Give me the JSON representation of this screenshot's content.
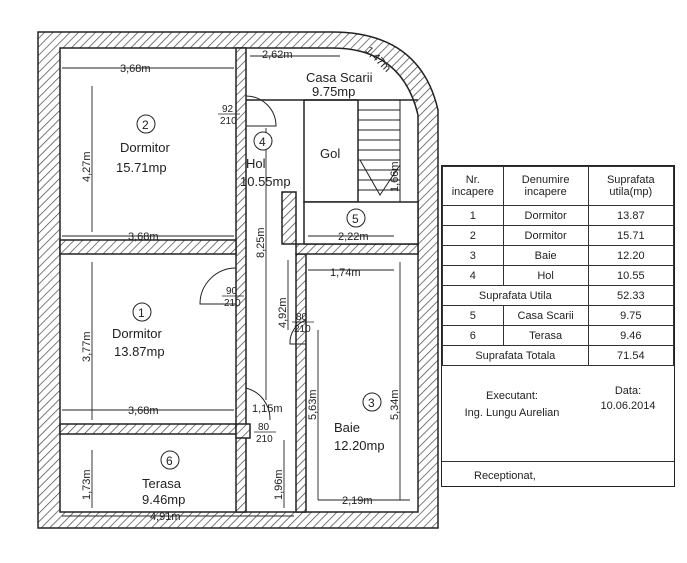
{
  "rooms": [
    {
      "id": "2",
      "name": "Dormitor",
      "area": "15.71mp"
    },
    {
      "id": "4",
      "name": "Hol",
      "area": "10.55mp"
    },
    {
      "id": "1",
      "name": "Dormitor",
      "area": "13.87mp"
    },
    {
      "id": "3",
      "name": "Baie",
      "area": "12.20mp"
    },
    {
      "id": "6",
      "name": "Terasa",
      "area": "9.46mp"
    },
    {
      "id": "5",
      "name": "",
      "area": ""
    }
  ],
  "stair": {
    "name": "Casa Scarii",
    "area": "9.75mp",
    "gol": "Gol"
  },
  "dimensions": {
    "d_368_top": "3,68m",
    "d_262": "2,62m",
    "d_147": "1,47m",
    "d_427": "4,27m",
    "d_368_mid": "3,68m",
    "d_825": "8,25m",
    "d_222": "2,22m",
    "d_174": "1,74m",
    "d_377": "3,77m",
    "d_492": "4,92m",
    "d_563": "5,63m",
    "d_534": "5,34m",
    "d_368_low": "3,68m",
    "d_115": "1,15m",
    "d_173": "1,73m",
    "d_196": "1,96m",
    "d_491": "4,91m",
    "d_219": "2,19m",
    "d_166": "1,66m"
  },
  "doors": [
    {
      "w": "92",
      "h": "210"
    },
    {
      "w": "90",
      "h": "210"
    },
    {
      "w": "80",
      "h": "210"
    },
    {
      "w": "80",
      "h": "210"
    }
  ],
  "table": {
    "headers": [
      "Nr. incapere",
      "Denumire incapere",
      "Suprafata utila(mp)"
    ],
    "rows": [
      {
        "nr": "1",
        "name": "Dormitor",
        "area": "13.87"
      },
      {
        "nr": "2",
        "name": "Dormitor",
        "area": "15.71"
      },
      {
        "nr": "3",
        "name": "Baie",
        "area": "12.20"
      },
      {
        "nr": "4",
        "name": "Hol",
        "area": "10.55"
      }
    ],
    "util_label": "Suprafata Utila",
    "util_value": "52.33",
    "extra_rows": [
      {
        "nr": "5",
        "name": "Casa Scarii",
        "area": "9.75"
      },
      {
        "nr": "6",
        "name": "Terasa",
        "area": "9.46"
      }
    ],
    "total_label": "Suprafata Totala",
    "total_value": "71.54",
    "executant_label": "Executant:",
    "executant_name": "Ing. Lungu Aurelian",
    "data_label": "Data:",
    "data_value": "10.06.2014",
    "receptionat": "Receptionat,"
  }
}
